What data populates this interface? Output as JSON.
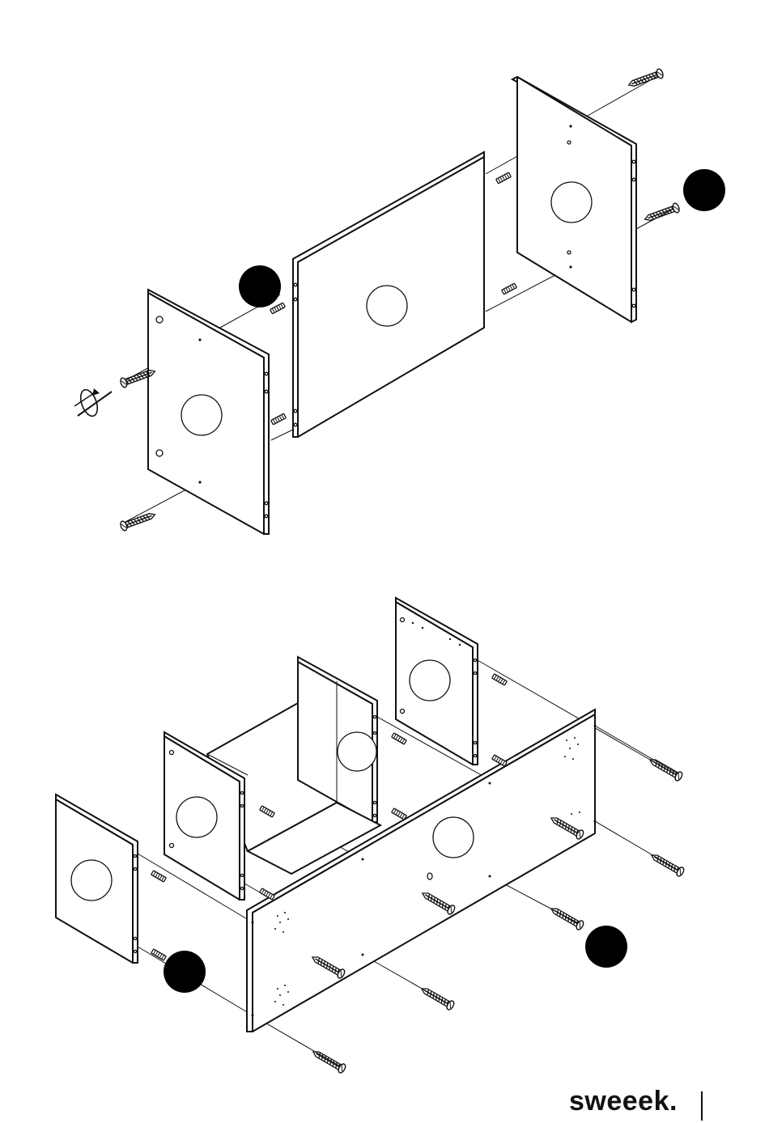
{
  "document": {
    "type": "assembly-instructions",
    "brand": "sweeek.",
    "steps": [
      {
        "name": "step-upper",
        "badge_color": "#000000",
        "badges": 2
      },
      {
        "name": "step-lower",
        "badge_color": "#000000",
        "badges": 2
      }
    ],
    "icons": [
      "screw-icon",
      "dowel-icon",
      "screwdriver-icon",
      "step-badge-icon",
      "panel-hole-icon"
    ],
    "colors": {
      "ink": "#111111",
      "paper": "#ffffff"
    }
  }
}
